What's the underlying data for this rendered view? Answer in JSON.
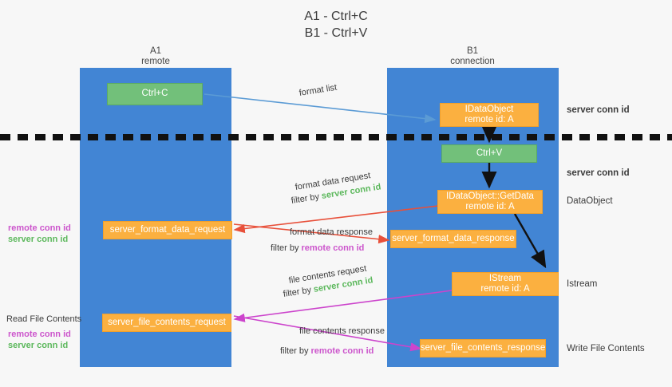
{
  "title_lines": [
    "A1 - Ctrl+C",
    "B1 - Ctrl+V"
  ],
  "lanes": [
    {
      "id": "a1",
      "name": "A1",
      "sub": "remote"
    },
    {
      "id": "b1",
      "name": "B1",
      "sub": "connection"
    }
  ],
  "colors": {
    "lane": "#4285d4",
    "green_box": "#72c07a",
    "orange_box": "#fbb040",
    "server_conn": "#5cb85c",
    "remote_conn": "#cc55cc",
    "arrow_blue": "#5b9bd5",
    "arrow_red": "#e8503a",
    "arrow_magenta": "#cc44cc",
    "arrow_black": "#111111"
  },
  "boxes": {
    "ctrl_c": "Ctrl+C",
    "ctrl_v": "Ctrl+V",
    "idataobject": {
      "line1": "IDataObject",
      "line2": "remote id: A"
    },
    "getdata": {
      "line1": "IDataObject::GetData",
      "line2": "remote id: A"
    },
    "istream": {
      "line1": "IStream",
      "line2": "remote id: A"
    },
    "format_data_request": "server_format_data_request",
    "format_data_response": "server_format_data_response",
    "file_contents_request": "server_file_contents_request",
    "file_contents_response": "server_file_contents_response"
  },
  "edge_labels": {
    "format_list": "format list",
    "format_data_request": {
      "text": "format data request",
      "filter_prefix": "filter by ",
      "filter_key": "server conn id"
    },
    "format_data_response": {
      "text": "format data response",
      "filter_prefix": "filter by ",
      "filter_key": "remote conn id"
    },
    "file_contents_request": {
      "text": "file contents request",
      "filter_prefix": "filter by ",
      "filter_key": "server conn id"
    },
    "file_contents_response": {
      "text": "file contents response",
      "filter_prefix": "filter by ",
      "filter_key": "remote conn id"
    }
  },
  "left_annotations": {
    "group1": {
      "remote": "remote conn id",
      "server": "server conn id"
    },
    "read_file_contents": "Read File Contents",
    "group2": {
      "remote": "remote conn id",
      "server": "server conn id"
    }
  },
  "right_annotations": {
    "server_conn_top": "server conn id",
    "server_conn_mid": "server conn id",
    "dataobject": "DataObject",
    "istream": "Istream",
    "write_file_contents": "Write File Contents"
  }
}
